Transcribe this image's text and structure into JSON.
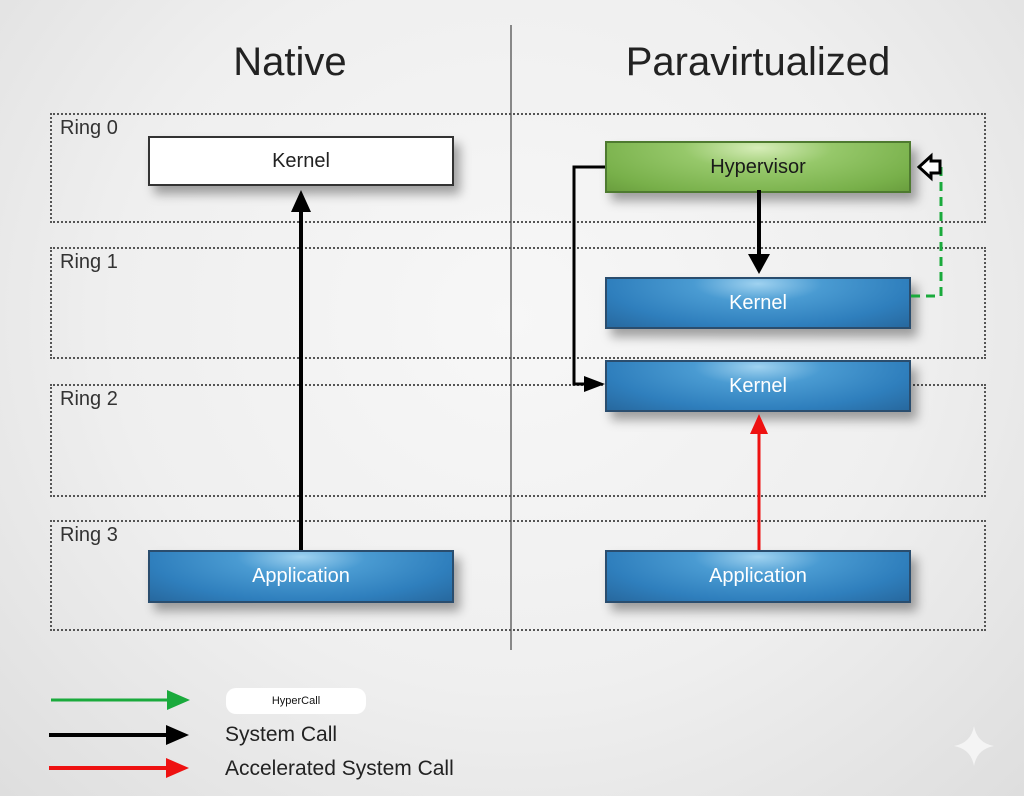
{
  "titles": {
    "native": "Native",
    "paravirtualized": "Paravirtualized"
  },
  "rings": [
    {
      "label": "Ring 0"
    },
    {
      "label": "Ring 1"
    },
    {
      "label": "Ring 2"
    },
    {
      "label": "Ring 3"
    }
  ],
  "native": {
    "kernel": "Kernel",
    "application": "Application"
  },
  "paravirtualized": {
    "hypervisor": "Hypervisor",
    "kernel_ring1": "Kernel",
    "kernel_ring2": "Kernel",
    "application": "Application"
  },
  "legend": [
    {
      "label": "HyperCall",
      "color": "#1aaa3c"
    },
    {
      "label": "System Call",
      "color": "#000000"
    },
    {
      "label": "Accelerated System Call",
      "color": "#ee1111"
    }
  ],
  "colors": {
    "hypervisor_green": "#78b04a",
    "kernel_blue": "#2f7fbd",
    "hypercall": "#1aaa3c",
    "system_call": "#000000",
    "accelerated_call": "#ee1111"
  }
}
